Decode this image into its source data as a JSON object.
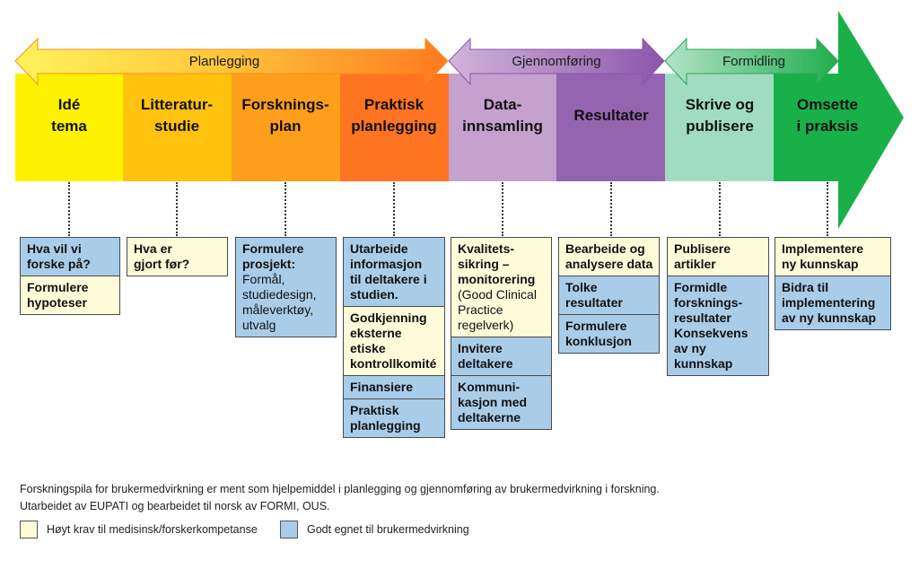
{
  "phases": {
    "planlegging": "Planlegging",
    "gjennomforing": "Gjennomføring",
    "formidling": "Formidling"
  },
  "stages": [
    {
      "lines": [
        "Idé",
        "tema"
      ],
      "color": "#fff200"
    },
    {
      "lines": [
        "Litteratur-",
        "studie"
      ],
      "color": "#ffc20e"
    },
    {
      "lines": [
        "Forsknings-",
        "plan"
      ],
      "color": "#ff9e1b"
    },
    {
      "lines": [
        "Praktisk",
        "planlegging"
      ],
      "color": "#ff7420"
    },
    {
      "lines": [
        "Data-",
        "innsamling"
      ],
      "color": "#c5a1cf"
    },
    {
      "lines": [
        "Resultater"
      ],
      "color": "#9564b0"
    },
    {
      "lines": [
        "Skrive og",
        "publisere"
      ],
      "color": "#a1dcc0"
    },
    {
      "lines": [
        "Omsette",
        "i praksis"
      ],
      "color": "#19b04a"
    }
  ],
  "columns": [
    [
      {
        "color": "blue",
        "bold_lines": [
          "Hva vil vi",
          "forske på?"
        ],
        "lines": []
      },
      {
        "color": "yellow",
        "bold_lines": [
          "Formulere",
          "hypoteser"
        ],
        "lines": []
      }
    ],
    [
      {
        "color": "yellow",
        "bold_lines": [
          "Hva er",
          "gjort før?"
        ],
        "lines": []
      }
    ],
    [
      {
        "color": "blue",
        "bold_lines": [
          "Formulere",
          "prosjekt:"
        ],
        "lines": [
          "Formål,",
          "studiedesign,",
          "måleverktøy,",
          "utvalg"
        ]
      }
    ],
    [
      {
        "color": "blue",
        "bold_lines": [
          "Utarbeide",
          "informasjon",
          "til deltakere i",
          "studien."
        ],
        "lines": []
      },
      {
        "color": "yellow",
        "bold_lines": [
          "Godkjenning",
          "eksterne",
          "etiske",
          "kontrollkomité"
        ],
        "lines": []
      },
      {
        "color": "blue",
        "bold_lines": [
          "Finansiere"
        ],
        "lines": []
      },
      {
        "color": "blue",
        "bold_lines": [
          "Praktisk",
          "planlegging"
        ],
        "lines": []
      }
    ],
    [
      {
        "color": "yellow",
        "bold_lines": [
          "Kvalitets-",
          "sikring –",
          "monitorering"
        ],
        "lines": [
          "(Good Clinical",
          "Practice",
          "regelverk)"
        ]
      },
      {
        "color": "blue",
        "bold_lines": [
          "Invitere",
          "deltakere"
        ],
        "lines": []
      },
      {
        "color": "blue",
        "bold_lines": [
          "Kommuni-",
          "kasjon med",
          "deltakerne"
        ],
        "lines": []
      }
    ],
    [
      {
        "color": "yellow",
        "bold_lines": [
          "Bearbeide og",
          "analysere data"
        ],
        "lines": []
      },
      {
        "color": "blue",
        "bold_lines": [
          "Tolke",
          "resultater"
        ],
        "lines": []
      },
      {
        "color": "blue",
        "bold_lines": [
          "Formulere",
          "konklusjon"
        ],
        "lines": []
      }
    ],
    [
      {
        "color": "yellow",
        "bold_lines": [
          "Publisere",
          "artikler"
        ],
        "lines": []
      },
      {
        "color": "blue",
        "bold_lines": [
          "Formidle",
          "forsknings-",
          "resultater",
          "Konsekvens",
          "av ny",
          "kunnskap"
        ],
        "lines": []
      }
    ],
    [
      {
        "color": "yellow",
        "bold_lines": [
          "Implementere",
          "ny kunnskap"
        ],
        "lines": []
      },
      {
        "color": "blue",
        "bold_lines": [
          "Bidra til",
          "implementering",
          "av ny kunnskap"
        ],
        "lines": []
      }
    ]
  ],
  "footnote": {
    "line1": "Forskningspila for brukermedvirkning er ment som hjelpemiddel i planlegging og gjennomføring av brukermedvirkning i forskning.",
    "line2": "Utarbeidet av EUPATI og bearbeidet til norsk av FORMI, OUS."
  },
  "legend": {
    "yellow": "Høyt krav til medisinsk/forskerkompetanse",
    "blue": "Godt egnet til brukermedvirkning"
  }
}
